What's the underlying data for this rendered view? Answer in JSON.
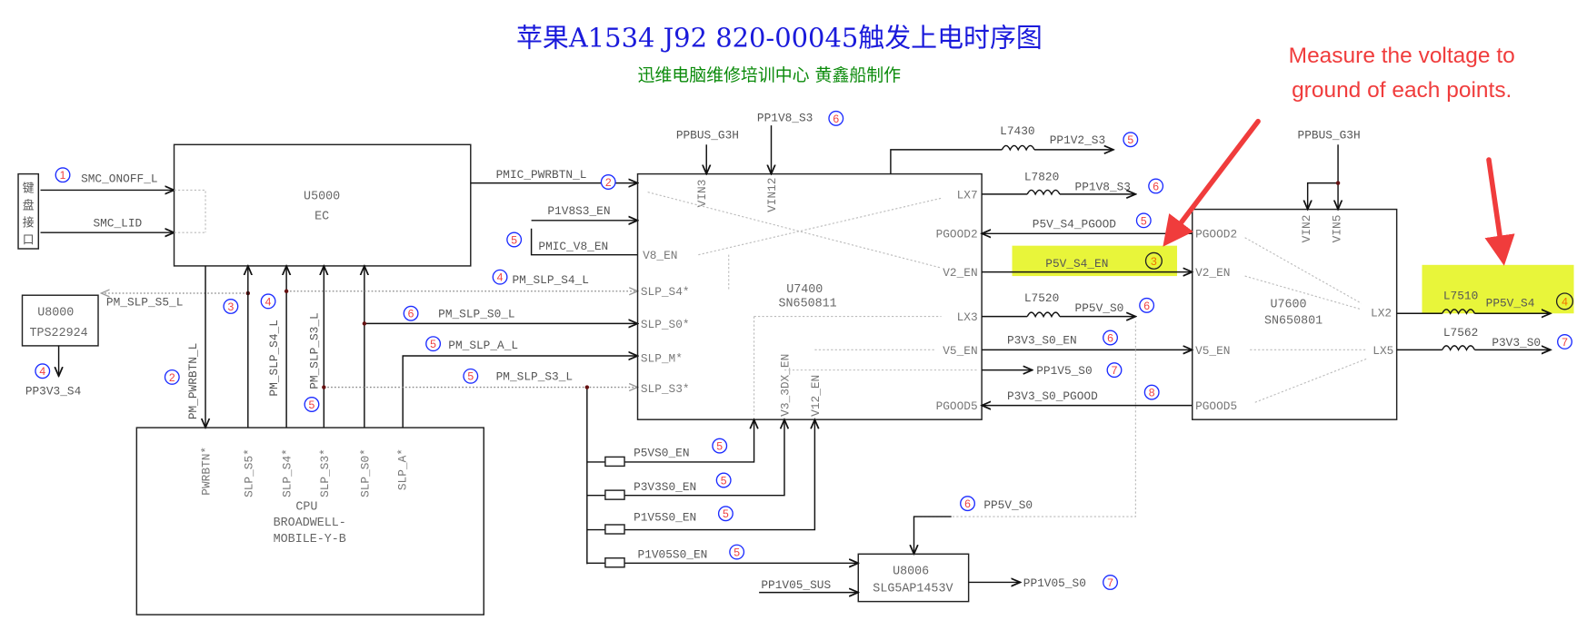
{
  "title": "苹果A1534  J92  820-00045触发上电时序图",
  "subtitle": "迅维电脑维修培训中心  黄鑫船制作",
  "annotation": {
    "line1": "Measure the voltage to",
    "line2": "ground of each points."
  },
  "colors": {
    "title": "#1a1adb",
    "subtitle": "#0a8a0a",
    "annotation": "#f03c3c",
    "highlight": "#e8f53a",
    "badge_ring": "#1b2bff",
    "badge_text": "#f04040"
  },
  "keyboard": {
    "label_chars": [
      "键",
      "盘",
      "接",
      "口"
    ]
  },
  "chips": {
    "ec": {
      "ref": "U5000",
      "name": "EC"
    },
    "load_switch": {
      "ref": "U8000",
      "name": "TPS22924"
    },
    "pmic1": {
      "ref": "U7400",
      "name": "SN650811"
    },
    "pmic2": {
      "ref": "U7600",
      "name": "SN650801"
    },
    "cpu": {
      "ref": "CPU",
      "name1": "BROADWELL-",
      "name2": "MOBILE-Y-B"
    },
    "u8006": {
      "ref": "U8006",
      "name": "SLG5AP1453V"
    }
  },
  "pins": {
    "u7400_left": [
      "V8_EN",
      "SLP_S4*",
      "SLP_S0*",
      "SLP_M*",
      "SLP_S3*"
    ],
    "u7400_top": [
      "VIN3",
      "VIN12"
    ],
    "u7400_right": [
      "LX7",
      "PGOOD2",
      "V2_EN",
      "LX3",
      "V5_EN",
      "PGOOD5"
    ],
    "u7400_bottom": [
      "V3_3DX_EN",
      "V12_EN"
    ],
    "u7600_left": [
      "PGOOD2",
      "V2_EN",
      "V5_EN",
      "PGOOD5"
    ],
    "u7600_top": [
      "VIN2",
      "VIN5"
    ],
    "u7600_right": [
      "LX2",
      "LX5"
    ],
    "cpu_top": [
      "PWRBTN*",
      "SLP_S5*",
      "SLP_S4*",
      "SLP_S3*",
      "SLP_S0*",
      "SLP_A*"
    ]
  },
  "signals": {
    "smc_onoff": {
      "label": "SMC_ONOFF_L",
      "step": "1"
    },
    "smc_lid": {
      "label": "SMC_LID"
    },
    "pm_slp_s5": {
      "label": "PM_SLP_S5_L",
      "step": "3"
    },
    "pp3v3_s4": {
      "label": "PP3V3_S4",
      "step": "4"
    },
    "pm_pwrbtn": {
      "label": "PM_PWRBTN_L",
      "step": "2"
    },
    "pm_slp_s4_v": {
      "label": "PM_SLP_S4_L",
      "step": "4"
    },
    "pm_slp_s3_v": {
      "label": "PM_SLP_S3_L",
      "step": "5"
    },
    "pmic_pwrbtn": {
      "label": "PMIC_PWRBTN_L",
      "step": "2"
    },
    "p1v8s3_en": {
      "label": "P1V8S3_EN"
    },
    "pmic_v8_en": {
      "label": "PMIC_V8_EN",
      "step": "5"
    },
    "pm_slp_s4": {
      "label": "PM_SLP_S4_L",
      "step": "4"
    },
    "pm_slp_s0": {
      "label": "PM_SLP_S0_L",
      "step": "6"
    },
    "pm_slp_a": {
      "label": "PM_SLP_A_L",
      "step": "5"
    },
    "pm_slp_s3": {
      "label": "PM_SLP_S3_L",
      "step": "5"
    },
    "ppbus_1": {
      "label": "PPBUS_G3H"
    },
    "pp1v8_s3_in": {
      "label": "PP1V8_S3",
      "step": "6"
    },
    "l7430": {
      "ref": "L7430",
      "label": "PP1V2_S3",
      "step": "5"
    },
    "l7820": {
      "ref": "L7820",
      "label": "PP1V8_S3",
      "step": "6"
    },
    "p5v_s4_pgood": {
      "label": "P5V_S4_PGOOD",
      "step": "5"
    },
    "p5v_s4_en": {
      "label": "P5V_S4_EN",
      "step": "3"
    },
    "l7520": {
      "ref": "L7520",
      "label": "PP5V_S0",
      "step": "6"
    },
    "p3v3_s0_en": {
      "label": "P3V3_S0_EN",
      "step": "6"
    },
    "pp1v5_s0": {
      "label": "PP1V5_S0",
      "step": "7"
    },
    "p3v3_s0_pgood": {
      "label": "P3V3_S0_PGOOD",
      "step": "8"
    },
    "ppbus_2": {
      "label": "PPBUS_G3H"
    },
    "l7510": {
      "ref": "L7510",
      "label": "PP5V_S4",
      "step": "4"
    },
    "l7562": {
      "ref": "L7562",
      "label": "P3V3_S0",
      "step": "7"
    },
    "p5vs0_en": {
      "label": "P5VS0_EN",
      "step": "5"
    },
    "p3v3s0_en": {
      "label": "P3V3S0_EN",
      "step": "5"
    },
    "p1v5s0_en": {
      "label": "P1V5S0_EN",
      "step": "5"
    },
    "p1v05s0_en": {
      "label": "P1V05S0_EN",
      "step": "5"
    },
    "pp5v_s0_u8006": {
      "label": "PP5V_S0",
      "step": "6"
    },
    "pp1v05_sus": {
      "label": "PP1V05_SUS"
    },
    "pp1v05_s0": {
      "label": "PP1V05_S0",
      "step": "7"
    }
  }
}
